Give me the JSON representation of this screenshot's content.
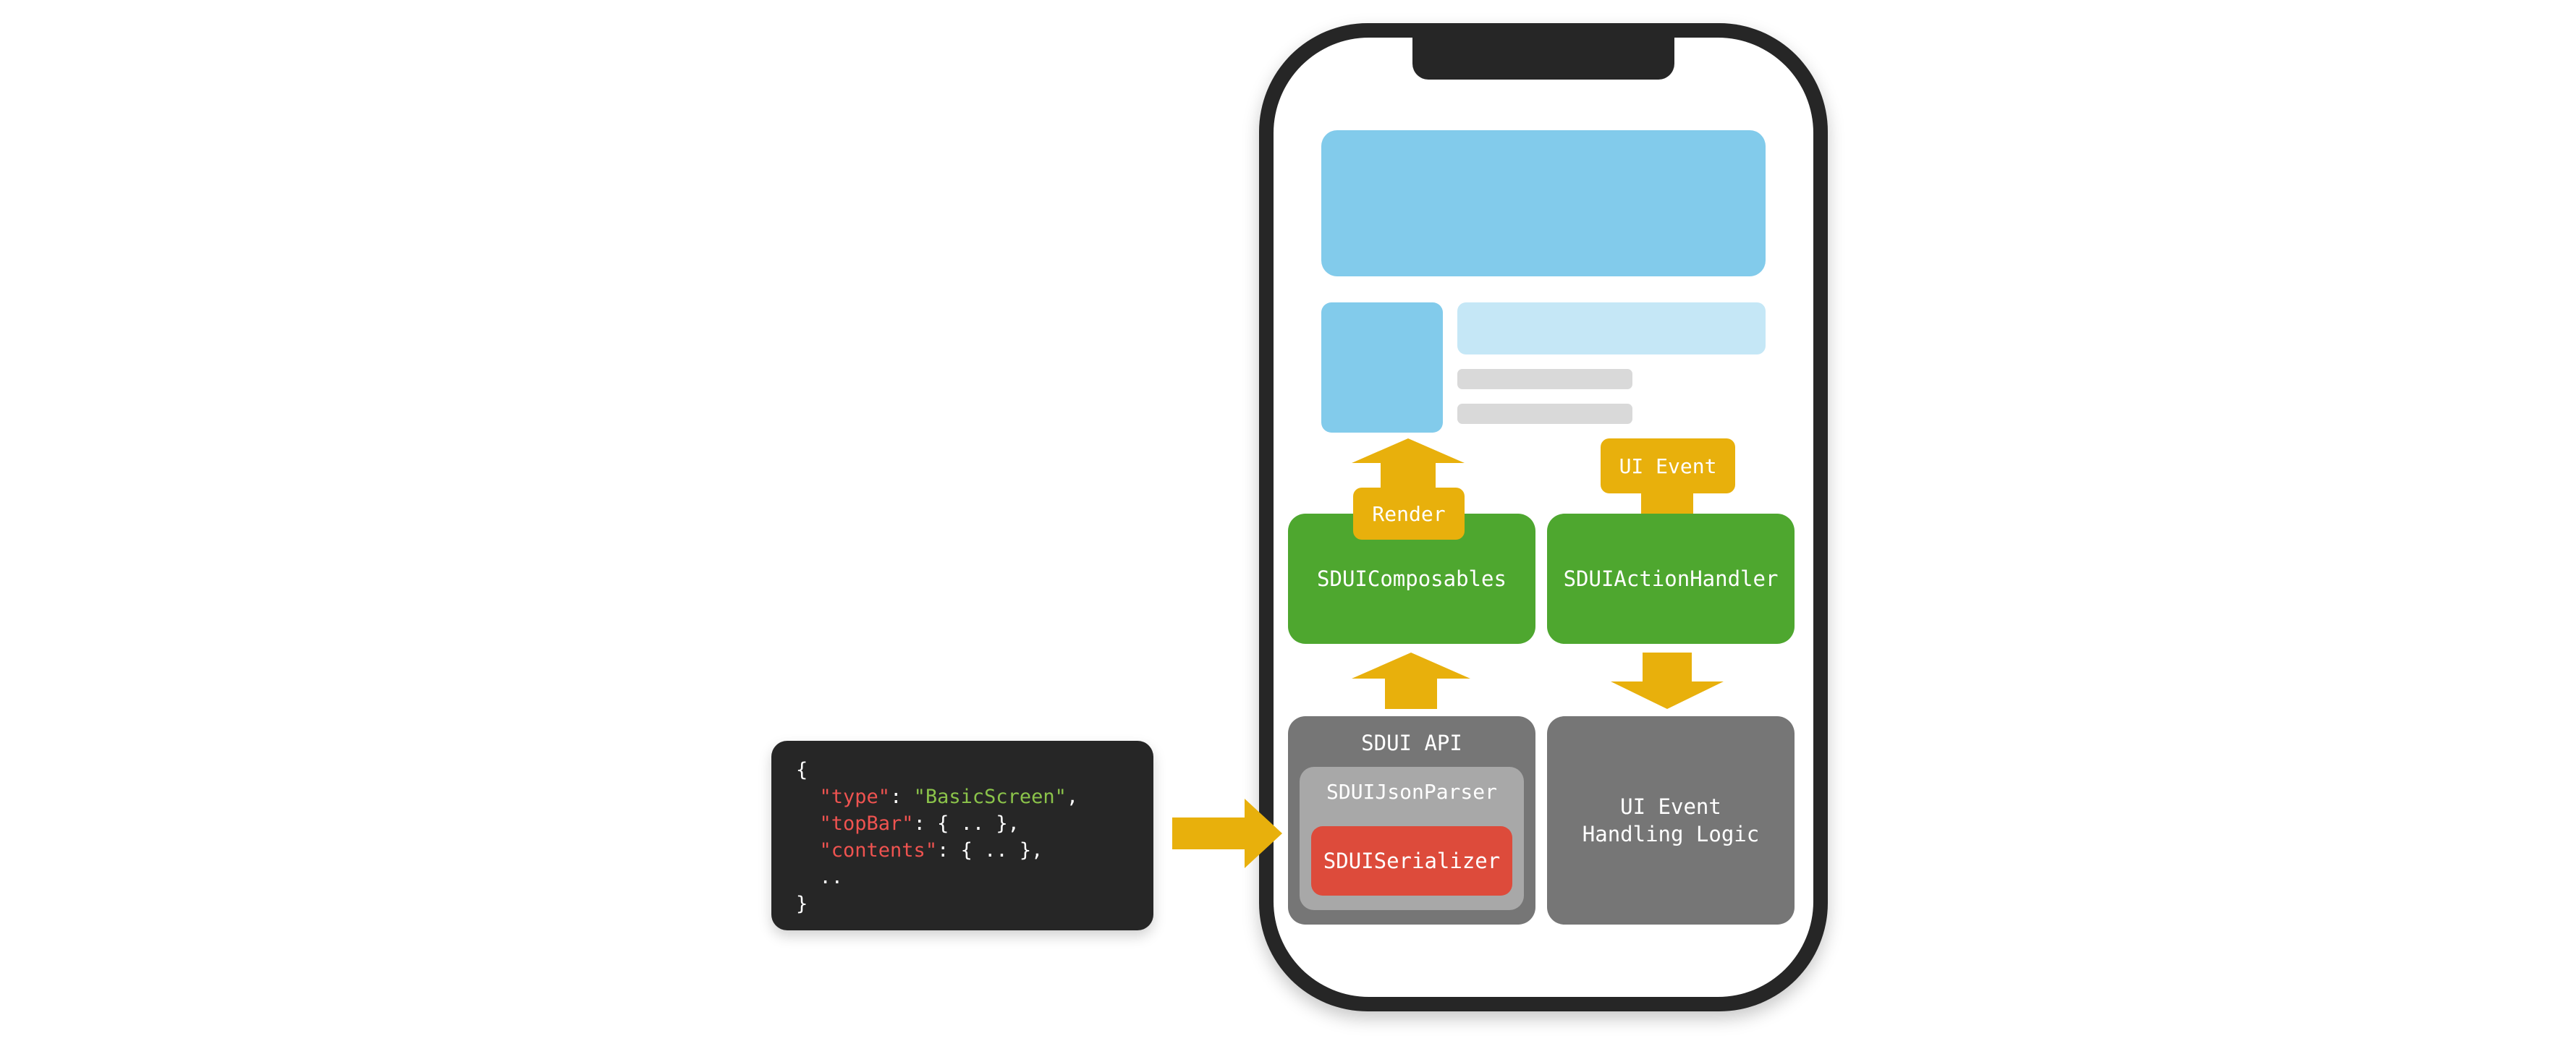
{
  "code": {
    "lines": [
      [
        {
          "t": "{",
          "c": "p"
        }
      ],
      [
        {
          "t": "  ",
          "c": "p"
        },
        {
          "t": "\"type\"",
          "c": "k"
        },
        {
          "t": ": ",
          "c": "p"
        },
        {
          "t": "\"BasicScreen\"",
          "c": "s"
        },
        {
          "t": ",",
          "c": "p"
        }
      ],
      [
        {
          "t": "  ",
          "c": "p"
        },
        {
          "t": "\"topBar\"",
          "c": "k"
        },
        {
          "t": ": { .. },",
          "c": "p"
        }
      ],
      [
        {
          "t": "  ",
          "c": "p"
        },
        {
          "t": "\"contents\"",
          "c": "k"
        },
        {
          "t": ": { .. },",
          "c": "p"
        }
      ],
      [
        {
          "t": "  ..",
          "c": "p"
        }
      ],
      [
        {
          "t": "}",
          "c": "p"
        }
      ]
    ]
  },
  "labels": {
    "render": "Render",
    "ui_event": "UI Event",
    "composables": "SDUIComposables",
    "action_handler": "SDUIActionHandler",
    "sdui_api": "SDUI API",
    "json_parser": "SDUIJsonParser",
    "serializer": "SDUISerializer",
    "logic_line1": "UI Event",
    "logic_line2": "Handling Logic"
  },
  "colors": {
    "green": "#4ea72f",
    "yellow": "#e8b00c",
    "red": "#dd4b3b",
    "grey": "#767676",
    "light_grey": "#a8a8a8",
    "blue": "#82cbeb",
    "dark": "#262626"
  }
}
